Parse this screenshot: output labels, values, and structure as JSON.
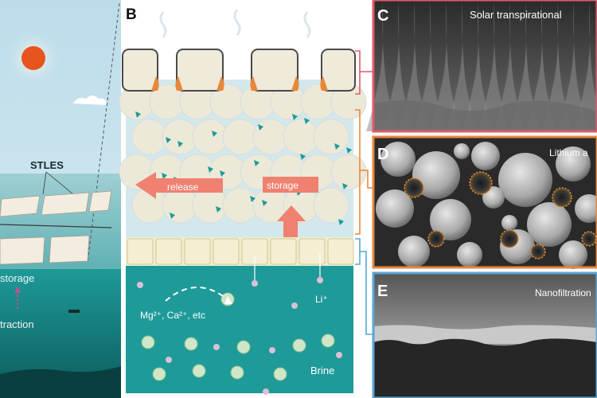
{
  "panel_a": {
    "label": "STLES",
    "storage": "storage",
    "extraction": "traction"
  },
  "panel_b": {
    "letter": "B",
    "release": "release",
    "storage": "storage",
    "release_vertical": "release",
    "ions": "Mg²⁺, Ca²⁺, etc",
    "li": "Li⁺",
    "brine": "Brine"
  },
  "panel_c": {
    "letter": "C",
    "title": "Solar transpirational"
  },
  "panel_d": {
    "letter": "D",
    "title": "Lithium a"
  },
  "panel_e": {
    "letter": "E",
    "title": "Nanofiltration"
  },
  "colors": {
    "sky": "#cfe6f0",
    "water": "#1e9a99",
    "sun": "#e8541e",
    "arrow": "#f08070",
    "c_border": "#e05a6a",
    "d_border": "#e8873a",
    "e_border": "#5aa6d6",
    "particle": "#ece9d8",
    "cap": "#efeada"
  }
}
